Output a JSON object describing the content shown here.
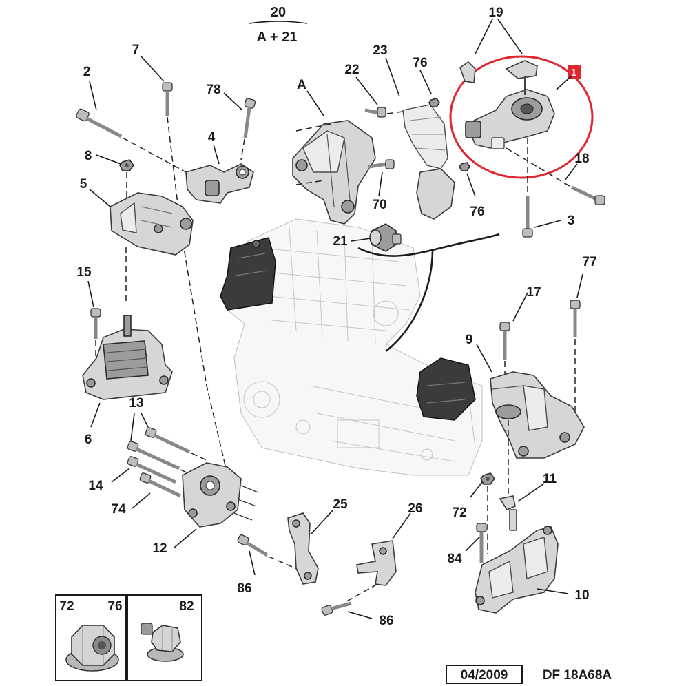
{
  "diagram": {
    "header": {
      "number": "20",
      "formula": "A + 21"
    },
    "callouts": [
      "19",
      "7",
      "2",
      "78",
      "23",
      "22",
      "76",
      "A",
      "4",
      "8",
      "18",
      "5",
      "70",
      "76",
      "3",
      "21",
      "77",
      "15",
      "17",
      "9",
      "13",
      "14",
      "74",
      "12",
      "11",
      "25",
      "26",
      "72",
      "84",
      "10",
      "86",
      "86"
    ],
    "highlight_color": "#e0262e",
    "badge_text": "1",
    "legend": {
      "left_box": {
        "labels": [
          "72",
          "76"
        ]
      },
      "right_box": {
        "labels": [
          "82"
        ]
      }
    },
    "footer": {
      "date": "04/2009",
      "code": "DF 18A68A"
    }
  }
}
